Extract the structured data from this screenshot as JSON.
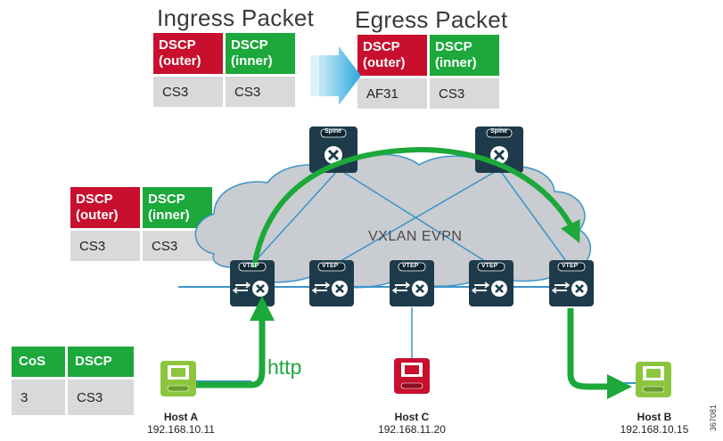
{
  "ingress": {
    "title": "Ingress Packet",
    "headers": [
      "DSCP\n(outer)",
      "DSCP\n(inner)"
    ],
    "values": [
      "CS3",
      "CS3"
    ]
  },
  "egress": {
    "title": "Egress Packet",
    "headers": [
      "DSCP\n(outer)",
      "DSCP\n(inner)"
    ],
    "values": [
      "AF31",
      "CS3"
    ]
  },
  "vxlan_table": {
    "headers": [
      "DSCP\n(outer)",
      "DSCP\n(inner)"
    ],
    "values": [
      "CS3",
      "CS3"
    ]
  },
  "cos_table": {
    "headers": [
      "CoS",
      "DSCP"
    ],
    "values": [
      "3",
      "CS3"
    ]
  },
  "fabric": {
    "cloud_label": "VXLAN EVPN",
    "spine_label": "Spine",
    "vtep_label": "VTEP",
    "flow_label": "http"
  },
  "hosts": [
    {
      "name": "Host A",
      "ip": "192.168.10.11"
    },
    {
      "name": "Host C",
      "ip": "192.168.11.20"
    },
    {
      "name": "Host B",
      "ip": "192.168.10.15"
    }
  ],
  "figure_id": "367081",
  "colors": {
    "red": "#c8102e",
    "green": "#1ca83a",
    "cloud": "#c9ccd0",
    "device": "#1d3b4a",
    "arrow_blue": "#2aa7dc",
    "host_green": "#8cc63f",
    "host_red": "#c8102e"
  }
}
